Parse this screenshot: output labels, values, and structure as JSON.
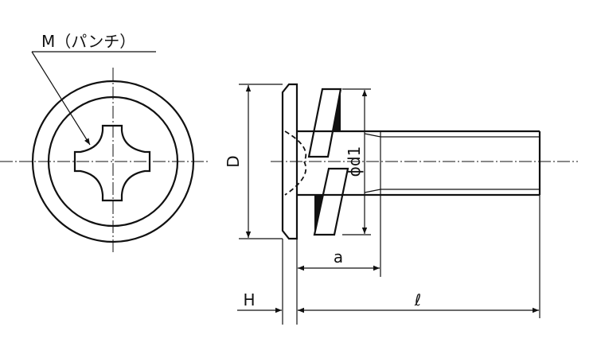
{
  "labels": {
    "punch": "M（パンチ）",
    "D": "D",
    "d1": "ϕd1",
    "a": "a",
    "H": "H",
    "l": "ℓ"
  },
  "colors": {
    "line": "#111111",
    "background": "#ffffff"
  }
}
